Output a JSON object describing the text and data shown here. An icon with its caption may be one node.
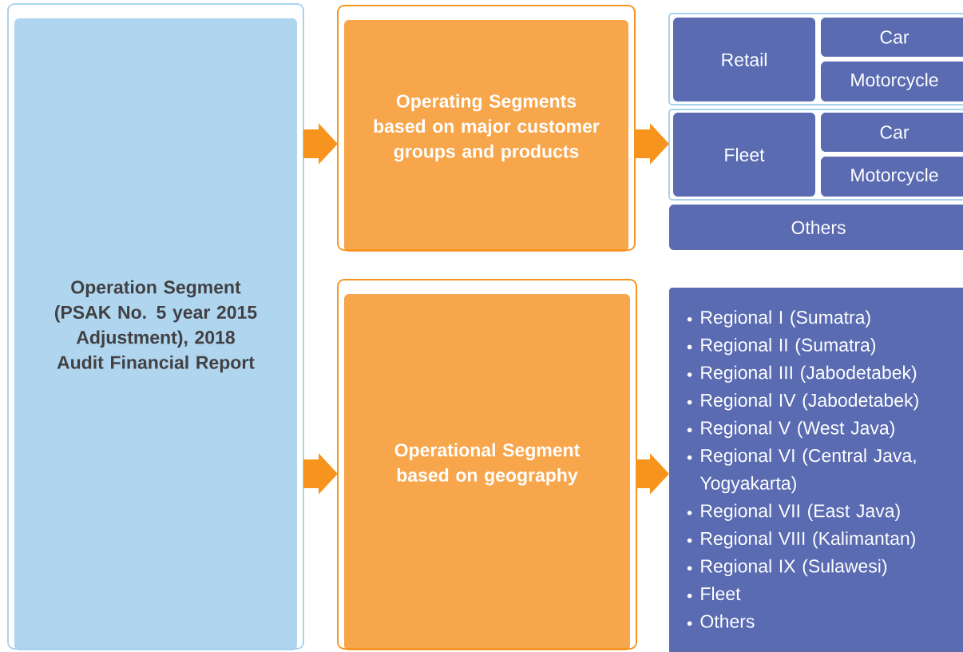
{
  "diagram": {
    "nodes": [
      {
        "text": [
          "Operation Segment (PSAK No. 5 year 2015 Adjustment), 2018 Audit Financial Report"
        ]
      },
      {
        "text": [
          "Operating Segments based on major customer groups and products"
        ]
      },
      {
        "text": [],
        "shape": "box"
      },
      {
        "text": [
          "Retail"
        ],
        "in": 2
      },
      {
        "text": [
          "Car"
        ],
        "in": 2
      },
      {
        "text": [
          "Motorcycle"
        ],
        "in": 2
      },
      {
        "text": [],
        "shape": "box"
      },
      {
        "text": [
          "Fleet"
        ],
        "in": 6
      },
      {
        "text": [
          "Car"
        ],
        "in": 6
      },
      {
        "text": [
          "Motorcycle"
        ],
        "in": 6
      },
      {
        "text": [
          "Others"
        ]
      },
      {
        "text": [
          "Operational Segment based on geography"
        ]
      },
      {
        "text": [
          "Regional I (Sumatra)",
          "Regional II (Sumatra)",
          "Regional III (Jabodetabek)",
          "Regional IV (Jabodetabek)",
          "Regional V (West Java)",
          "Regional VI (Central Java, Yogyakarta)",
          "Regional VII (East Java)",
          "Regional VIII (Kalimantan)",
          "Regional IX (Sulawesi)",
          "Fleet",
          "Others"
        ]
      }
    ],
    "edges": [
      {
        "from": 0,
        "to": 1,
        "arrow": "to"
      },
      {
        "from": 1,
        "to": 6,
        "arrow": "to"
      },
      {
        "from": 0,
        "to": 11,
        "arrow": "to"
      },
      {
        "from": 11,
        "to": 12,
        "arrow": "to"
      }
    ]
  }
}
